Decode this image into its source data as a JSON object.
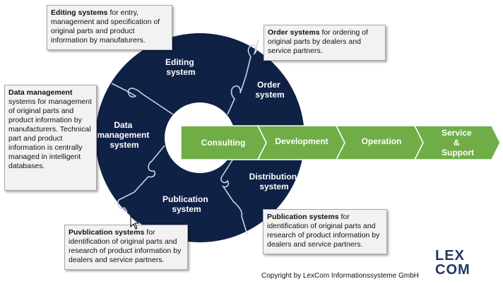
{
  "wheel": {
    "segments": {
      "editing": [
        "Editing",
        "system"
      ],
      "order": [
        "Order",
        "system"
      ],
      "data_management": [
        "Data",
        "management",
        "system"
      ],
      "distribution": [
        "Distribution",
        "system"
      ],
      "publication": [
        "Publication",
        "system"
      ]
    },
    "color": "#0f2145"
  },
  "process": {
    "steps": [
      [
        "Consulting"
      ],
      [
        "Development"
      ],
      [
        "Operation"
      ],
      [
        "Service",
        "&",
        "Support"
      ]
    ],
    "color": "#70ad47"
  },
  "callouts": {
    "editing": {
      "title": "Editing systems",
      "text": " for entry, management and specification of original parts and product information by manufaturers."
    },
    "order": {
      "title": "Order systems",
      "text": " for ordering of original parts by dealers and service partners."
    },
    "data_management": {
      "title": "Data management",
      "text": " systems for management of original parts and product information by manufacturers. Technical part and product information is centrally managed in intelligent databases."
    },
    "publication_left": {
      "title": "Puvblication  systems",
      "text": " for identification of original parts and research of product information by dealers and service partners."
    },
    "publication_right": {
      "title": "Publication  systems",
      "text": " for identification of original parts and research of product information by dealers and service partners."
    }
  },
  "footer": {
    "copyright": "Copyright by LexCom Informationssysteme GmbH",
    "logo_top": "LEX",
    "logo_bottom": "COM"
  }
}
